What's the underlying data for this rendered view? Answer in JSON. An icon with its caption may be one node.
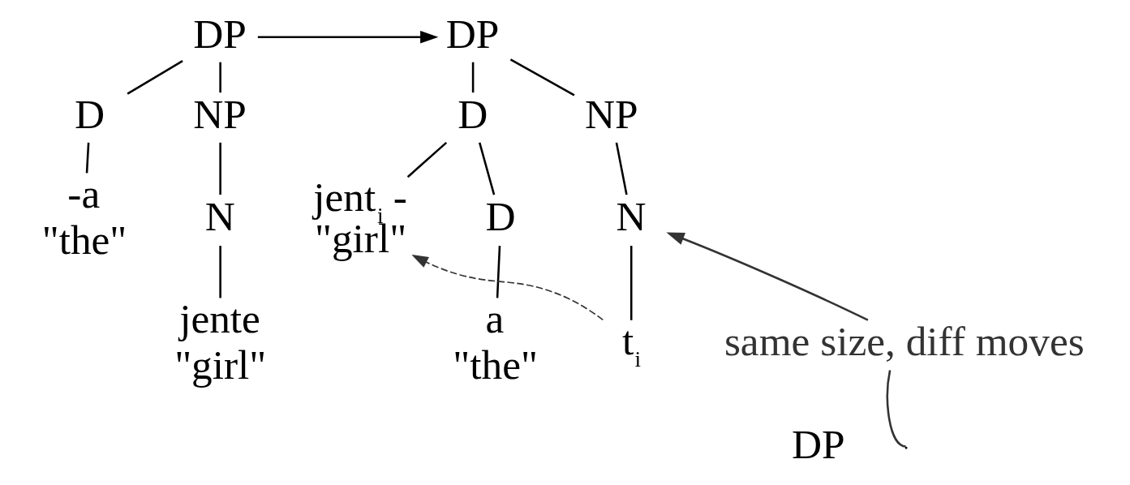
{
  "diagram": {
    "nodes": [
      {
        "text": [
          "DP"
        ]
      },
      {
        "text": [
          "D"
        ]
      },
      {
        "text": [
          "-a",
          "\"the\""
        ]
      },
      {
        "text": [
          "NP"
        ]
      },
      {
        "text": [
          "N"
        ]
      },
      {
        "text": [
          "jente",
          "\"girl\""
        ]
      },
      {
        "text": [
          "DP"
        ]
      },
      {
        "text": [
          "D"
        ]
      },
      {
        "text": [
          "jent$_{i}$ -",
          "\"girl\""
        ]
      },
      {
        "text": [
          "D"
        ]
      },
      {
        "text": [
          "a",
          "\"the\""
        ]
      },
      {
        "text": [
          "NP"
        ]
      },
      {
        "text": [
          "N"
        ]
      },
      {
        "text": [
          "t$_{i}$"
        ]
      },
      {
        "text": [
          "same size, diff moves"
        ]
      },
      {
        "text": [
          "DP"
        ]
      }
    ],
    "edges": [
      {
        "from": 0,
        "to": 1,
        "arrow": "none"
      },
      {
        "from": 1,
        "to": 2,
        "arrow": "none"
      },
      {
        "from": 0,
        "to": 3,
        "arrow": "none"
      },
      {
        "from": 3,
        "to": 4,
        "arrow": "none"
      },
      {
        "from": 4,
        "to": 5,
        "arrow": "none"
      },
      {
        "from": 0,
        "to": 6,
        "arrow": "to"
      },
      {
        "from": 6,
        "to": 7,
        "arrow": "none"
      },
      {
        "from": 7,
        "to": 8,
        "arrow": "none"
      },
      {
        "from": 7,
        "to": 9,
        "arrow": "none"
      },
      {
        "from": 9,
        "to": 10,
        "arrow": "none"
      },
      {
        "from": 6,
        "to": 11,
        "arrow": "none"
      },
      {
        "from": 11,
        "to": 12,
        "arrow": "none"
      },
      {
        "from": 12,
        "to": 13,
        "arrow": "none"
      },
      {
        "from": 13,
        "to": 8,
        "arrow": "to",
        "style": "dashed",
        "color": "#333333"
      },
      {
        "from": 14,
        "to": 12,
        "arrow": "to",
        "color": "#333333"
      },
      {
        "from": 14,
        "to": null,
        "arrow": "none",
        "color": "#333333"
      }
    ]
  }
}
